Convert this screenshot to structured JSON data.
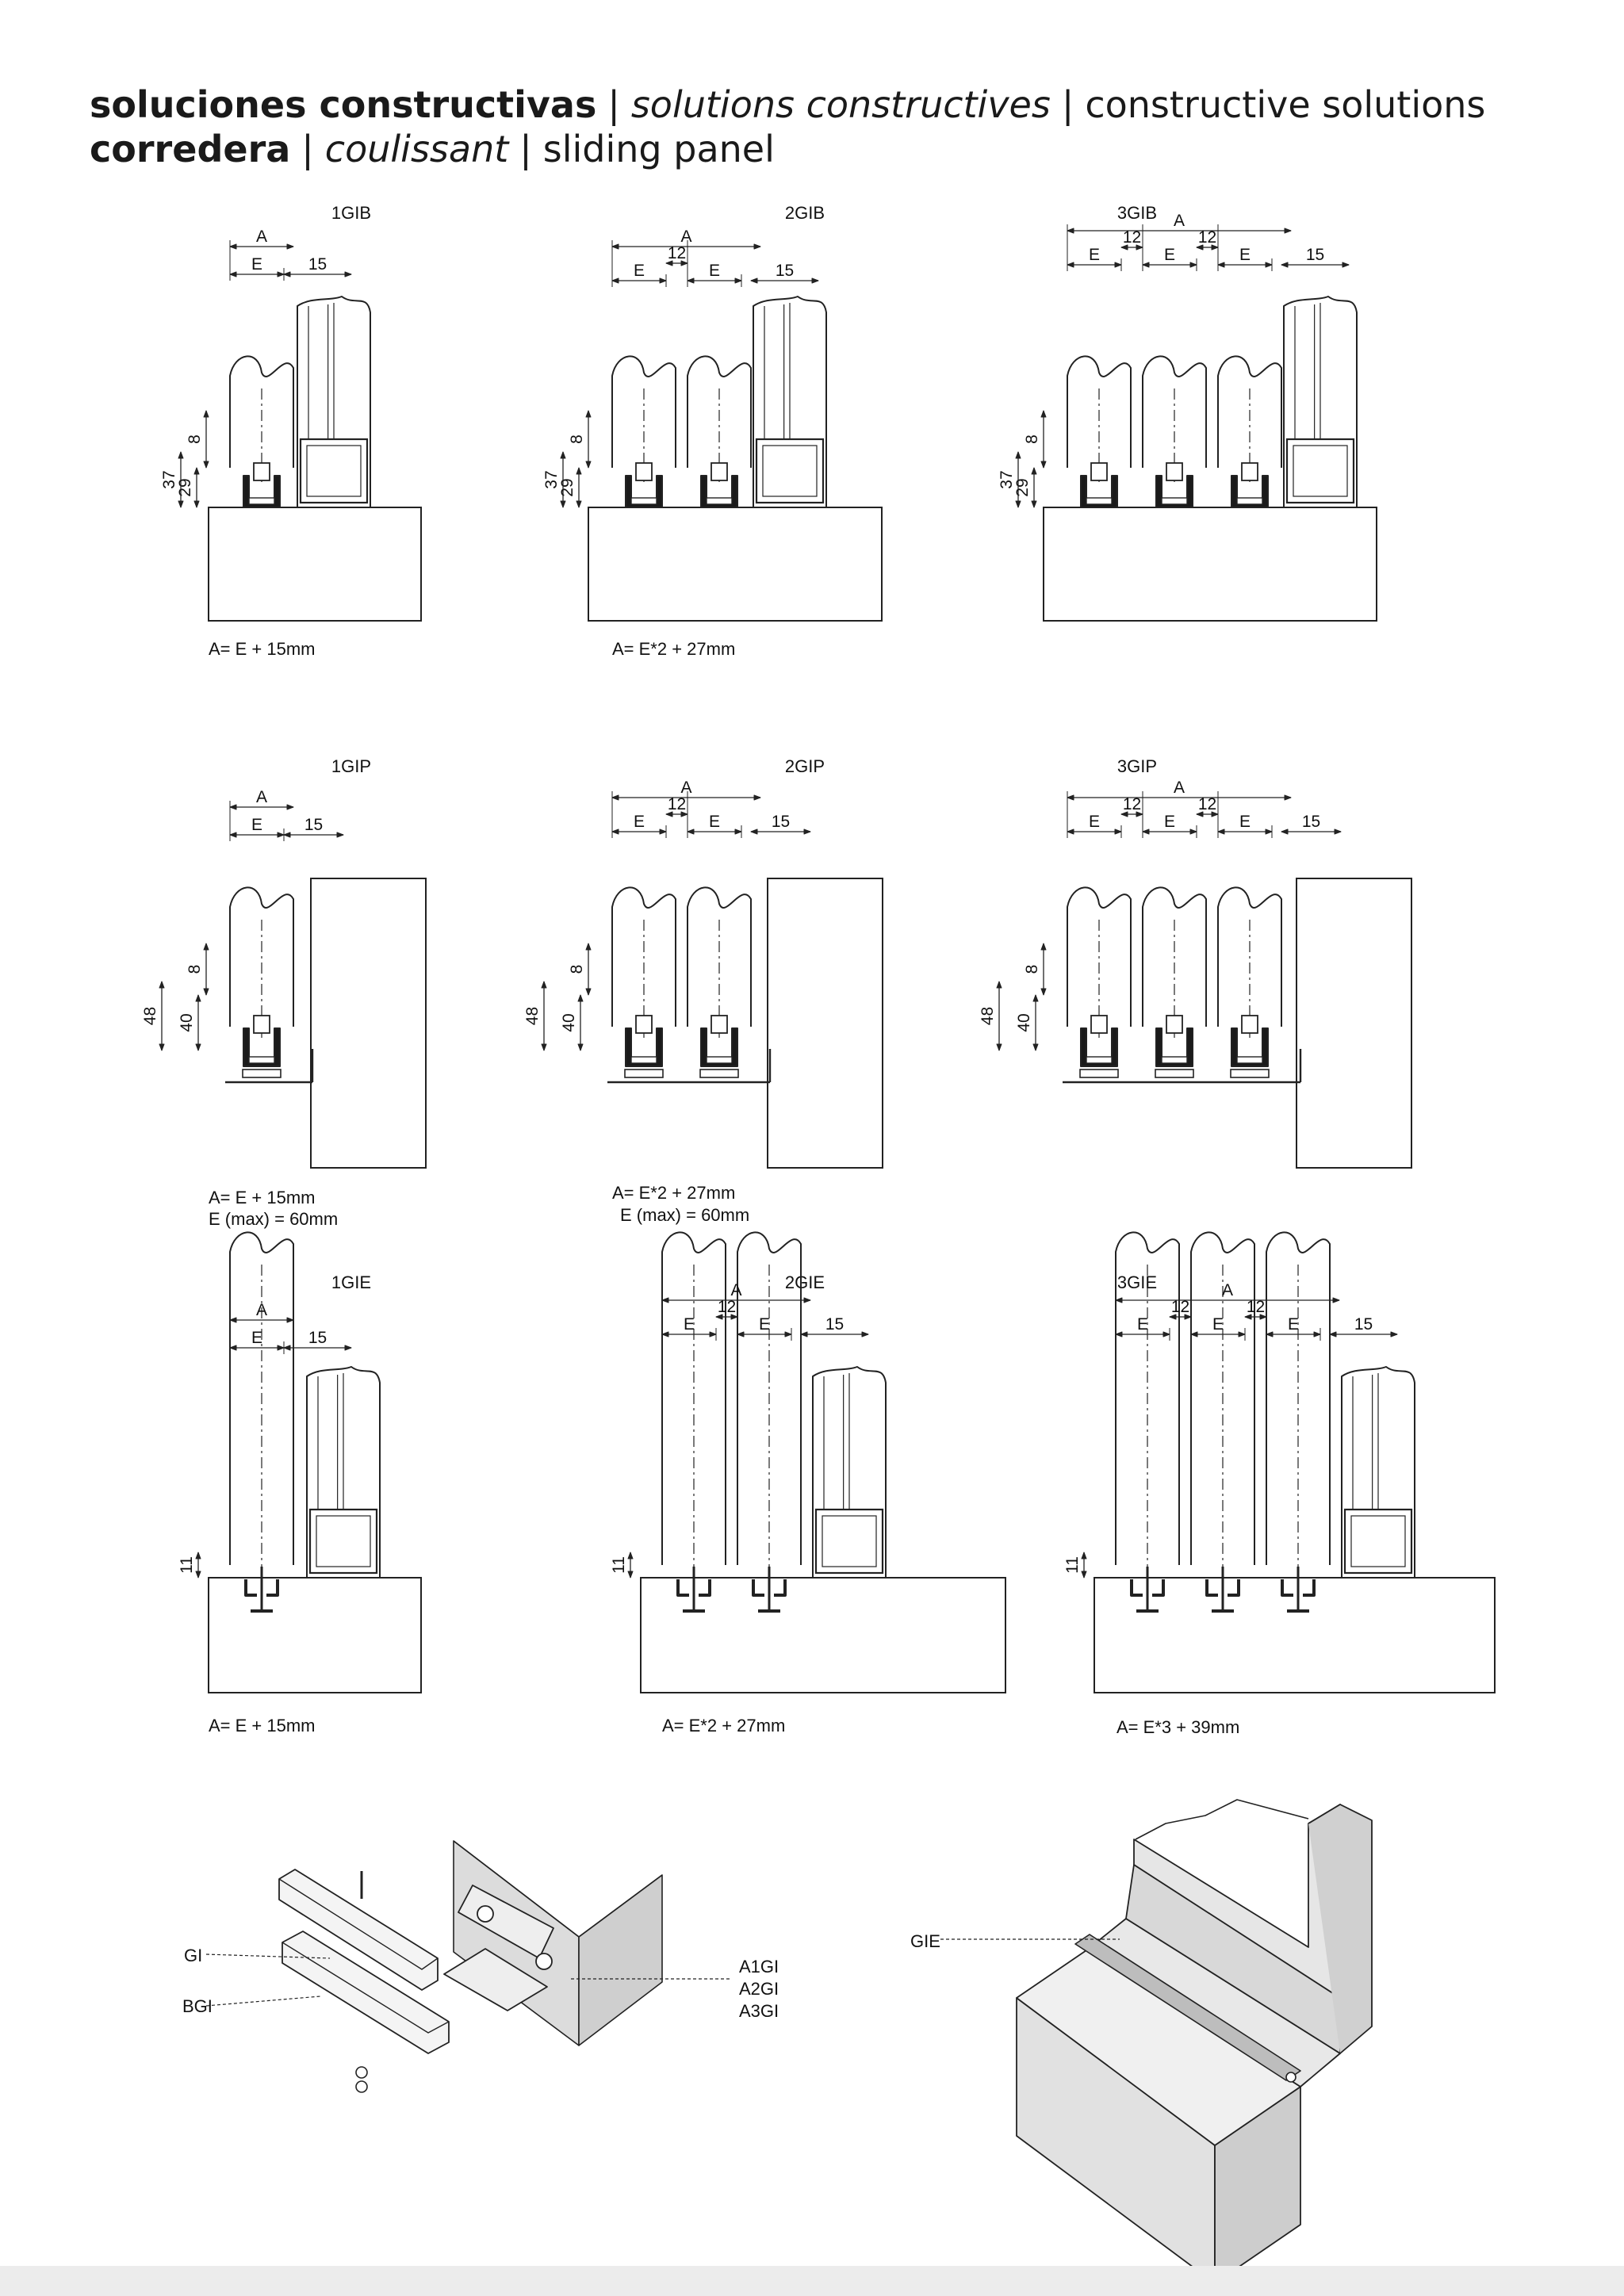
{
  "header": {
    "line1": {
      "es": "soluciones constructivas",
      "fr": "solutions constructives",
      "en": "constructive solutions"
    },
    "line2": {
      "es": "corredera",
      "fr": "coulissant",
      "en": "sliding panel"
    },
    "separator": "|"
  },
  "dims": {
    "A": "A",
    "E": "E",
    "d12": "12",
    "d15": "15",
    "d8": "8",
    "d11": "11",
    "d29": "29",
    "d37": "37",
    "d40": "40",
    "d48": "48"
  },
  "rows": [
    {
      "kind": "GIB",
      "items": [
        {
          "code": "1GIB",
          "n": 1,
          "formula": "A= E + 15mm",
          "note": ""
        },
        {
          "code": "2GIB",
          "n": 2,
          "formula": "A= E*2 + 27mm",
          "note": ""
        },
        {
          "code": "3GIB",
          "n": 3,
          "formula": "",
          "note": ""
        }
      ]
    },
    {
      "kind": "GIP",
      "items": [
        {
          "code": "1GIP",
          "n": 1,
          "formula": "A= E + 15mm",
          "note": "E (max) = 60mm"
        },
        {
          "code": "2GIP",
          "n": 2,
          "formula": "A= E*2 + 27mm",
          "note": "E (max) = 60mm"
        },
        {
          "code": "3GIP",
          "n": 3,
          "formula": "",
          "note": ""
        }
      ]
    },
    {
      "kind": "GIE",
      "items": [
        {
          "code": "1GIE",
          "n": 1,
          "formula": "A= E + 15mm",
          "note": ""
        },
        {
          "code": "2GIE",
          "n": 2,
          "formula": "A= E*2 + 27mm",
          "note": ""
        },
        {
          "code": "3GIE",
          "n": 3,
          "formula": "A= E*3 + 39mm",
          "note": ""
        }
      ]
    }
  ],
  "exploded": {
    "labels": [
      "GI",
      "BGI"
    ],
    "bracket_labels": [
      "A1GI",
      "A2GI",
      "A3GI"
    ]
  },
  "perspective": {
    "label": "GIE"
  }
}
